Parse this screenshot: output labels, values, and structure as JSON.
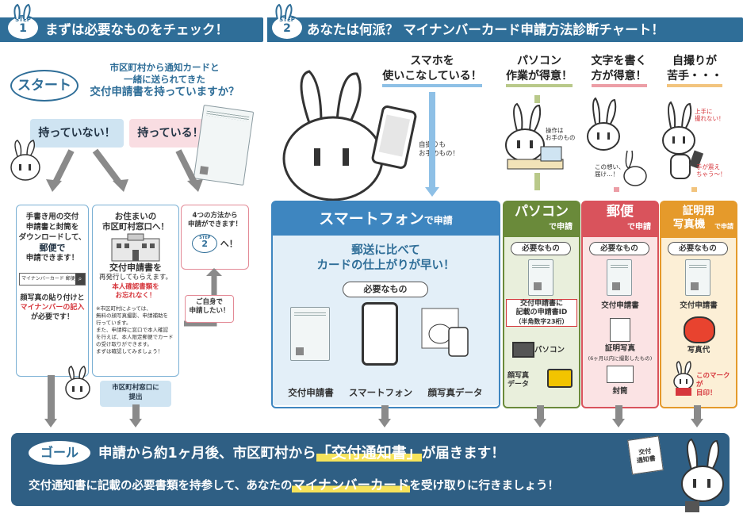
{
  "step1": {
    "badge_top": "STEP",
    "badge_num": "1",
    "title": "まずは必要なものをチェック！",
    "start_label": "スタート",
    "question_line1": "市区町村から通知カードと",
    "question_line2": "一緒に送られてきた",
    "question_line3": "交付申請書を持っていますか？",
    "no_label": "持っていない！",
    "yes_label": "持っている！",
    "box1_lines": [
      "手書き用の交付",
      "申請書と封筒を",
      "ダウンロードして、",
      "郵便で",
      "申請できます！"
    ],
    "search_text": "マイナンバーカード 郵便",
    "box1_note_lines": [
      "顔写真の貼り付けと"
    ],
    "box1_note_red": "マイナンバーの記入",
    "box1_note_end": "が必要です！",
    "box2_title_lines": [
      "お住まいの",
      "市区町村窓口へ！"
    ],
    "box2_strong_lines": [
      "交付申請書を"
    ],
    "box2_sub": "再発行してもらえます。",
    "box2_red_lines": [
      "本人確認書類を",
      "お忘れなく！"
    ],
    "box2_small_lines": [
      "※市区町村によっては、",
      "無料の顔写真撮影、申請補助を",
      "行っています。",
      "また、申請時に窓口で本人確認",
      "を行えば、本人限定郵便でカード",
      "の受け取りができます。",
      "まずは確認してみましょう！"
    ],
    "box3_lines": [
      "4つの方法から",
      "申請ができます！"
    ],
    "box3_to": "へ！",
    "self_apply_lines": [
      "ご自身で",
      "申請したい！"
    ],
    "window_lines": [
      "市区町村窓口に",
      "提出"
    ]
  },
  "step2": {
    "badge_top": "STEP",
    "badge_num": "2",
    "title": "あなたは何派？ マイナンバーカード申請方法診断チャート！",
    "smart_q_lines": [
      "スマホを",
      "使いこなしている！"
    ],
    "pc_q_lines": [
      "パソコン",
      "作業が得意！"
    ],
    "mail_q_lines": [
      "文字を書く",
      "方が得意！"
    ],
    "booth_q_lines": [
      "自撮りが",
      "苦手・・・"
    ],
    "smart_bubble_lines": [
      "自撮りも",
      "お手のもの！"
    ],
    "pc_bubble_lines": [
      "操作は",
      "お手のもの"
    ],
    "mail_bubble_lines": [
      "この想い、",
      "届け…！"
    ],
    "booth_bubble1_lines": [
      "上手に",
      "撮れない！"
    ],
    "booth_bubble2_lines": [
      "手が震え",
      "ちゃう～！"
    ],
    "smart_header": "スマートフォン",
    "smart_header_suffix": "で申請",
    "smart_lead_lines": [
      "郵送に比べて",
      "カードの仕上がりが早い！"
    ],
    "smart_need": "必要なもの",
    "smart_items": [
      "交付申請書",
      "スマートフォン",
      "顔写真データ"
    ],
    "pc_header": "パソコン",
    "pc_header_suffix": "で申請",
    "pc_need": "必要なもの",
    "pc_item1_lines": [
      "交付申請書に",
      "記載の申請書ID"
    ],
    "pc_item1_note": "（半角数字23桁）",
    "pc_item2": "パソコン",
    "pc_item3_lines": [
      "顔写真",
      "データ"
    ],
    "mail_header": "郵便",
    "mail_header_suffix": "で申請",
    "mail_need": "必要なもの",
    "mail_item1": "交付申請書",
    "mail_item2": "証明写真",
    "mail_item2_note": "(6ヶ月以内に撮影したもの)",
    "mail_item3": "封筒",
    "booth_header_lines": [
      "証明用",
      "写真機"
    ],
    "booth_header_suffix": "で申請",
    "booth_need": "必要なもの",
    "booth_item1": "交付申請書",
    "booth_item2": "写真代",
    "booth_mark_lines": [
      "このマークが",
      "目印！"
    ]
  },
  "goal": {
    "label": "ゴール",
    "line1_pre": "申請から約1ヶ月後、市区町村から",
    "line1_highlight": "「交付通知書」",
    "line1_post": "が届きます！",
    "line2_pre": "交付通知書に記載の必要書類を持参して、あなたの",
    "line2_highlight": "マイナンバーカード",
    "line2_post": "を受け取りに行きましょう！",
    "notice_lines": [
      "交付",
      "通知書"
    ]
  },
  "colors": {
    "header_blue": "#2f6e98",
    "smart_blue": "#3e86c0",
    "pc_green": "#6a8a3a",
    "mail_red": "#d9535c",
    "booth_orange": "#e59a2b",
    "goal_blue": "#2f5f84",
    "highlight_yellow": "#f6e35a",
    "no_box": "#cfe4f2",
    "yes_box": "#f9dde2"
  }
}
